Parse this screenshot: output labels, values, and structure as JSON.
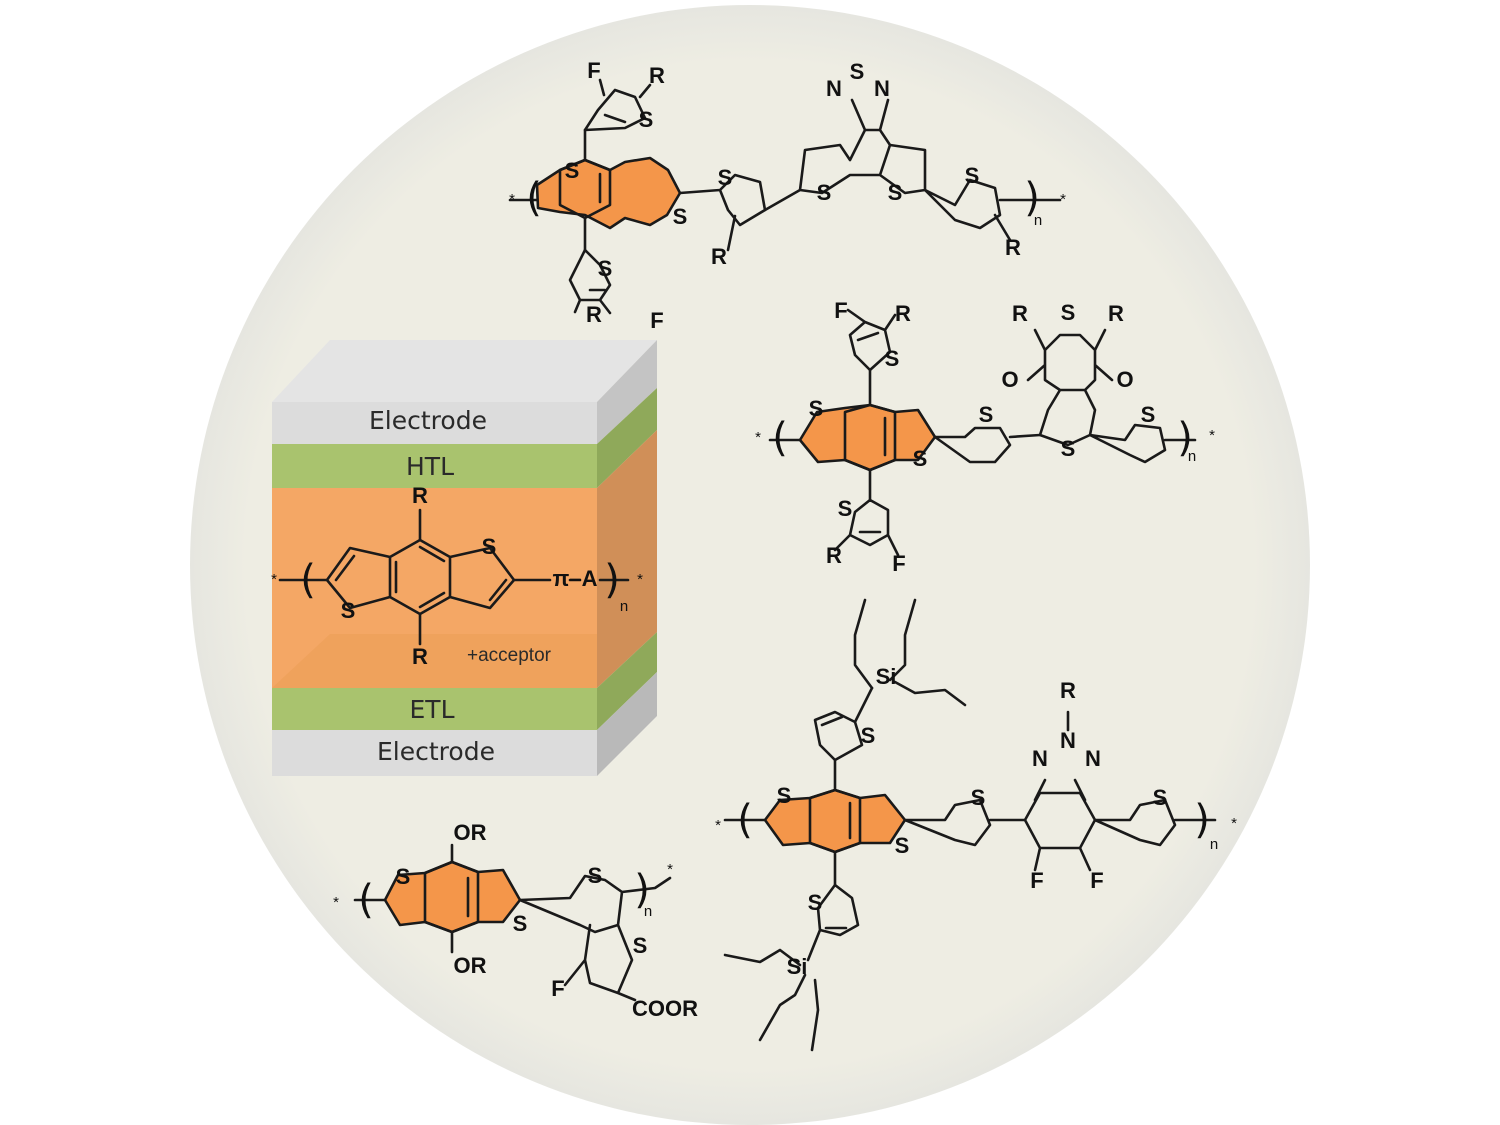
{
  "colors": {
    "background_disc": "#eeede3",
    "electrode": "#dcdcdc",
    "htl_etl": "#a9c36e",
    "active_layer": "#f4a765",
    "bdt_highlight": "#f4964a"
  },
  "device_stack": {
    "layers": [
      {
        "name": "top-electrode",
        "label": "Electrode"
      },
      {
        "name": "htl",
        "label": "HTL"
      },
      {
        "name": "active-layer",
        "label": "",
        "structure": {
          "top_substituent": "R",
          "bottom_substituent": "R",
          "sulfur_1": "S",
          "sulfur_2": "S",
          "linker": "π–A",
          "repeat": "n",
          "blend_label": "+acceptor"
        }
      },
      {
        "name": "etl",
        "label": "ETL"
      },
      {
        "name": "bottom-electrode",
        "label": "Electrode"
      }
    ]
  },
  "polymers": [
    {
      "name": "polymer-1-btzt",
      "labels": {
        "F_top": "F",
        "R_top": "R",
        "S_top": "S",
        "S_core1": "S",
        "S_core2": "S",
        "R_bottom": "R",
        "F_bottom": "F",
        "S_bottom": "S",
        "S_pi1": "S",
        "R_pi1": "R",
        "acc_N1": "N",
        "acc_S": "S",
        "acc_N2": "N",
        "acc_S1": "S",
        "acc_S2": "S",
        "S_pi2": "S",
        "R_pi2": "R",
        "repeat": "n"
      }
    },
    {
      "name": "polymer-2-bdd",
      "labels": {
        "F_top": "F",
        "R_top": "R",
        "S_top": "S",
        "S_core1": "S",
        "S_core2": "S",
        "S_bottom": "S",
        "R_bottom": "R",
        "F_bottom": "F",
        "S_pi1": "S",
        "acc_R1": "R",
        "acc_S_top": "S",
        "acc_R2": "R",
        "acc_O1": "O",
        "acc_O2": "O",
        "acc_S_bot": "S",
        "S_pi2": "S",
        "repeat": "n"
      }
    },
    {
      "name": "polymer-3-ftaz",
      "labels": {
        "Si_top": "Si",
        "S_top": "S",
        "S_core1": "S",
        "S_core2": "S",
        "S_bottom": "S",
        "Si_bottom": "Si",
        "S_pi1": "S",
        "acc_R": "R",
        "acc_N_mid": "N",
        "acc_N1": "N",
        "acc_N2": "N",
        "acc_F1": "F",
        "acc_F2": "F",
        "S_pi2": "S",
        "repeat": "n"
      }
    },
    {
      "name": "polymer-4-ptb7",
      "labels": {
        "OR_top": "OR",
        "OR_bottom": "OR",
        "S_core1": "S",
        "S_core2": "S",
        "S_tt1": "S",
        "S_tt2": "S",
        "F": "F",
        "COOR": "COOR",
        "repeat": "n"
      }
    }
  ],
  "end_marker": "*"
}
